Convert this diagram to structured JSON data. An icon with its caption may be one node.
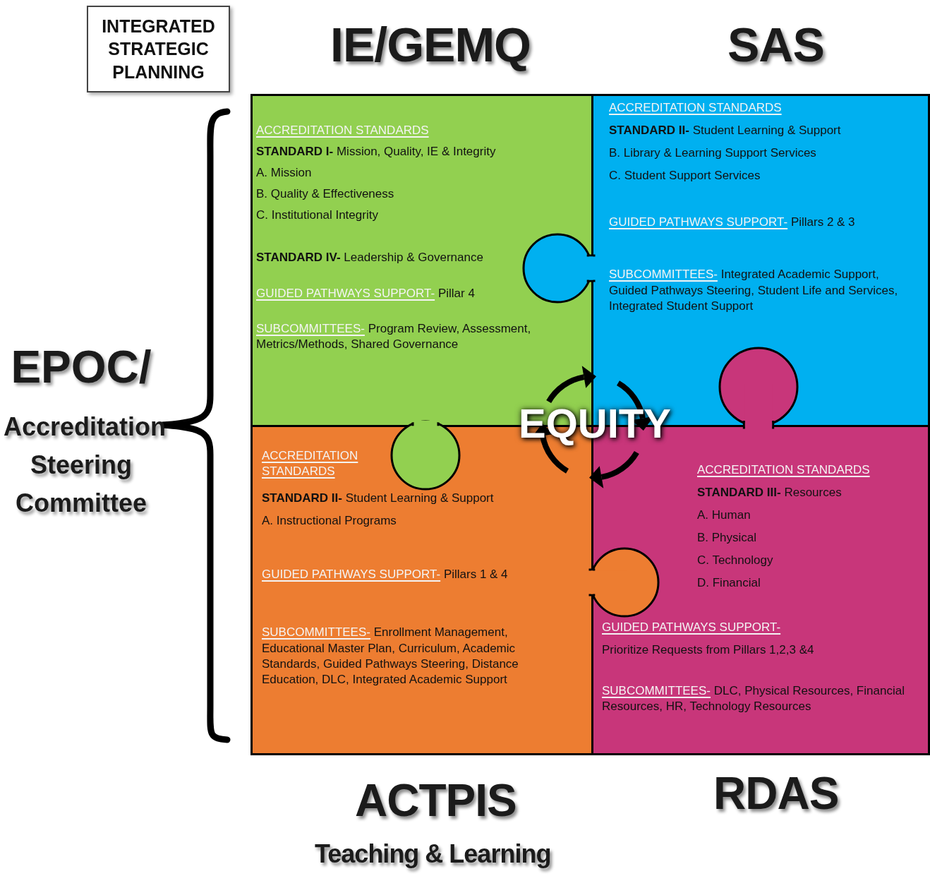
{
  "diagram": {
    "nodes": [
      {
        "text": [
          "INTEGRATED STRATEGIC PLANNING"
        ]
      },
      {
        "text": [
          "IE/GEMQ",
          "ACCREDITATION STANDARDS",
          "**STANDARD I-** Mission, Quality, IE & Integrity",
          "A. Mission",
          "B. Quality & Effectiveness",
          "C. Institutional Integrity",
          "**STANDARD IV-** Leadership & Governance",
          "GUIDED PATHWAYS SUPPORT-",
          "Pillar 4",
          "SUBCOMMITTEES-",
          "Program Review, Assessment, Metrics/Methods, Shared Governance"
        ]
      },
      {
        "text": [
          "SAS",
          "ACCREDITATION STANDARDS",
          "**STANDARD II-** Student Learning & Support",
          "B. Library & Learning Support Services",
          "C. Student Support Services",
          "GUIDED PATHWAYS SUPPORT-",
          "Pillars 2 & 3",
          "SUBCOMMITTEES-",
          "Integrated Academic Support, Guided Pathways Steering, Student Life and Services, Integrated Student Support"
        ]
      },
      {
        "text": [
          "ACTPIS",
          "Teaching & Learning",
          "ACCREDITATION STANDARDS",
          "**STANDARD II-** Student Learning & Support",
          "A. Instructional Programs",
          "GUIDED PATHWAYS SUPPORT-",
          "Pillars 1 & 4",
          "SUBCOMMITTEES-",
          "Enrollment Management, Educational Master Plan, Curriculum, Academic Standards, Guided Pathways Steering, Distance Education, DLC, Integrated Academic Support"
        ]
      },
      {
        "text": [
          "RDAS",
          "ACCREDITATION STANDARDS",
          "**STANDARD III-** Resources",
          "A. Human",
          "B. Physical",
          "C. Technology",
          "D. Financial",
          "GUIDED PATHWAYS SUPPORT-",
          "Prioritize Requests from Pillars 1,2,3 &4",
          "SUBCOMMITTEES-",
          "DLC, Physical Resources, Financial Resources, HR, Technology Resources"
        ]
      }
    ],
    "labels": [
      "EPOC/",
      "Accreditation Steering Committee",
      "EQUITY"
    ]
  }
}
